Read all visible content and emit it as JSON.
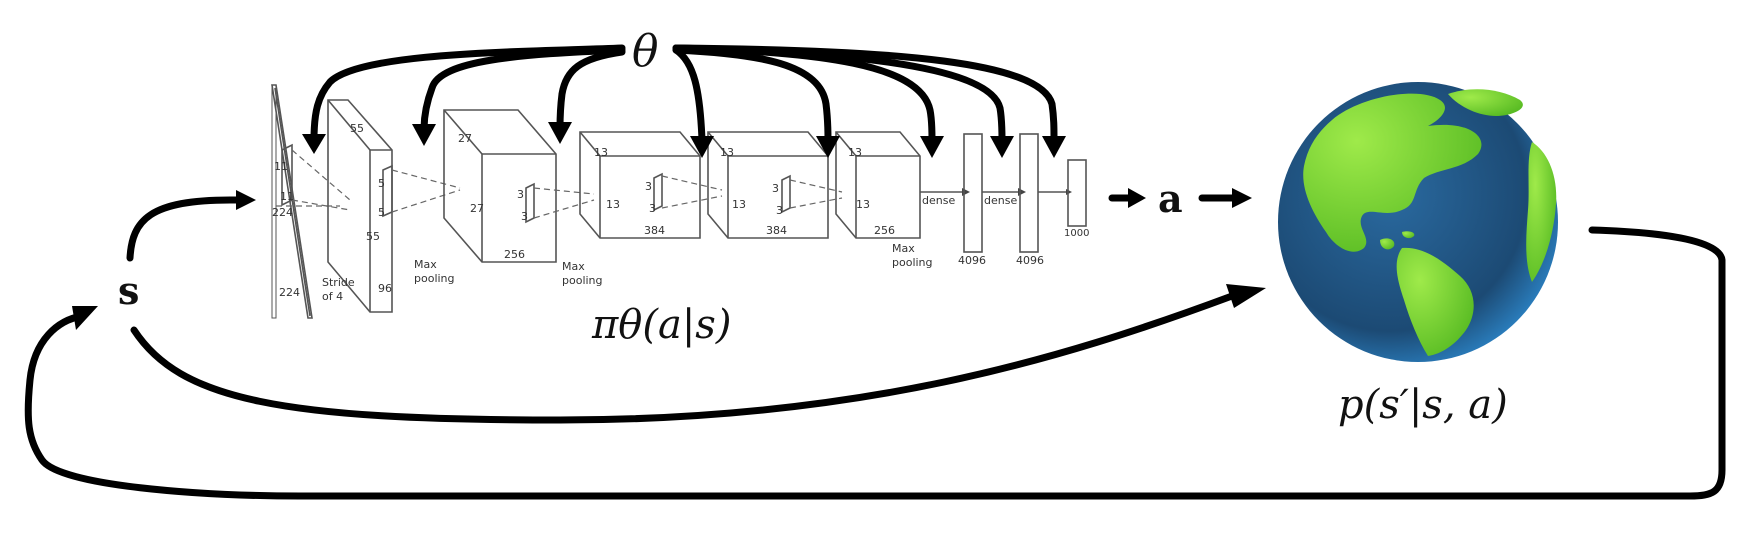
{
  "symbols": {
    "theta": "θ",
    "state": "s",
    "action": "a",
    "policy": "πθ(a|s)",
    "dynamics": "p(s′|s, a)"
  },
  "network": {
    "input_h": "224",
    "input_w": "224",
    "k1a": "11",
    "k1b": "11",
    "stride_a": "Stride",
    "stride_b": "of 4",
    "c1_top": "55",
    "c1_side": "55",
    "c1_depth": "96",
    "k2a": "5",
    "k2b": "5",
    "pool1_a": "Max",
    "pool1_b": "pooling",
    "c2_top": "27",
    "c2_side": "27",
    "c2_depth": "256",
    "k3a": "3",
    "k3b": "3",
    "pool2_a": "Max",
    "pool2_b": "pooling",
    "c3_top": "13",
    "c3_side": "13",
    "c3_depth": "384",
    "k4a": "3",
    "k4b": "3",
    "c4_top": "13",
    "c4_side": "13",
    "c4_depth": "384",
    "k5a": "3",
    "k5b": "3",
    "c5_top": "13",
    "c5_side": "13",
    "c5_depth": "256",
    "pool3_a": "Max",
    "pool3_b": "pooling",
    "dense1": "dense",
    "dense2": "dense",
    "fc1": "4096",
    "fc2": "4096",
    "out": "1000"
  },
  "colors": {
    "ocean": "#1f4f7a",
    "land": "#6fcf2e",
    "arrow": "#000000"
  }
}
